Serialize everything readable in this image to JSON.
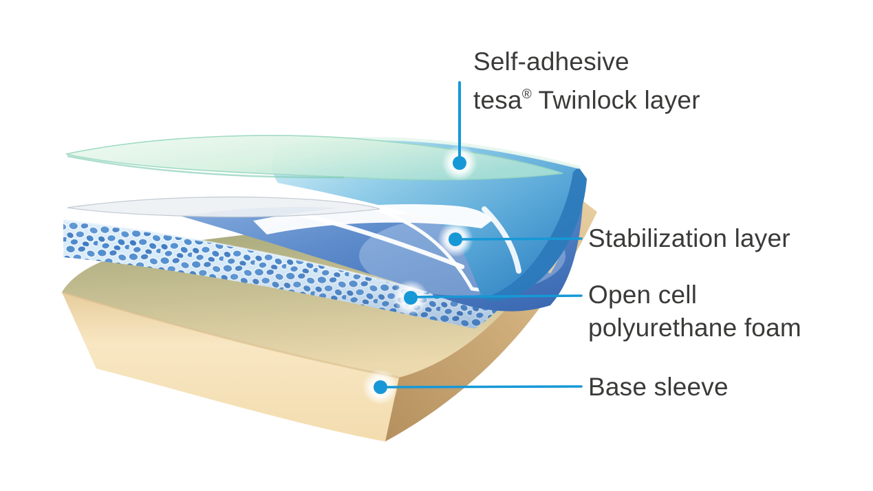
{
  "page": {
    "background": "#ffffff"
  },
  "colors": {
    "accent_blue": "#1798d6",
    "label_text": "#3a3a39",
    "mint_film": "#cdeeda",
    "liner_film": "#eef1f5",
    "twinlock_sheet": "#5aabdc",
    "twinlock_underside": "#2b77ba",
    "stabilization": "#4878bd",
    "foam": "#4e8bcd",
    "base_front": "#f7e4bd",
    "base_top_olive": "#98a06f",
    "base_side_tan": "#c9a671"
  },
  "callouts": {
    "twinlock": {
      "line1": "Self-adhesive",
      "brand": "tesa",
      "reg": "®",
      "line2_rest": " Twinlock layer"
    },
    "stabilization": {
      "label": "Stabilization layer"
    },
    "foam": {
      "line1": "Open cell",
      "line2": "polyurethane foam"
    },
    "base": {
      "label": "Base sleeve"
    }
  }
}
